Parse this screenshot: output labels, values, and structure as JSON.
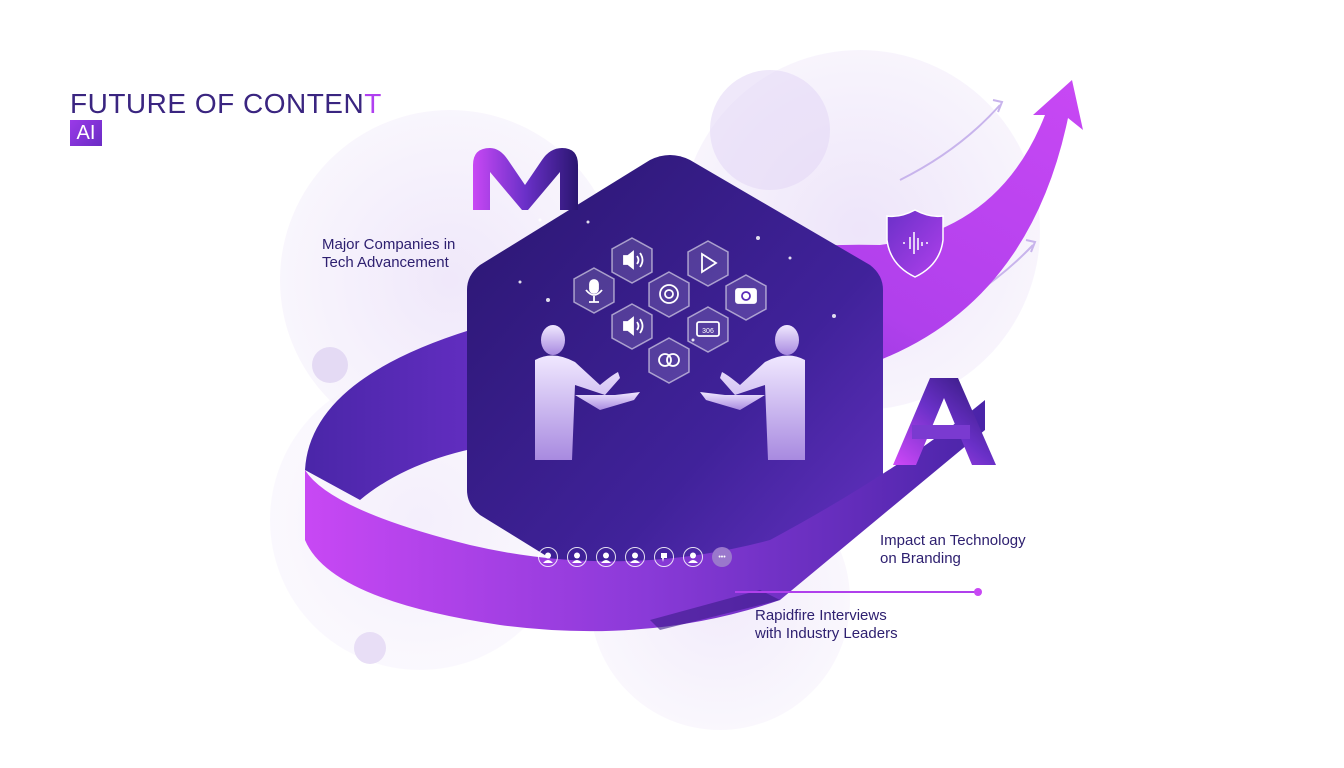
{
  "title": {
    "main": "FUTURE OF CONTEN",
    "accent_letter": "T",
    "badge": "AI"
  },
  "labels": {
    "major_companies": [
      "Major Companies in",
      "Tech Advancement"
    ],
    "impact": [
      "Impact an Technology",
      "on Branding"
    ],
    "rapidfire": [
      "Rapidfire Interviews",
      "with Industry Leaders"
    ]
  },
  "letters": {
    "m": "M",
    "a": "A"
  },
  "hex_icons": [
    "speaker-icon",
    "play-icon",
    "microphone-icon",
    "aperture-icon",
    "camera-icon",
    "speaker-icon",
    "audio-display-icon",
    "brain-icon"
  ],
  "avatars": [
    "user-icon",
    "user-icon",
    "user-icon",
    "user-icon",
    "thumb-icon",
    "user-icon"
  ],
  "avatars_more": "•••",
  "colors": {
    "dark_purple": "#2e1a78",
    "mid_purple": "#5a2cb8",
    "bright_purple": "#c040f0",
    "text": "#2e2070",
    "bg_circle": "#efe8fa"
  }
}
